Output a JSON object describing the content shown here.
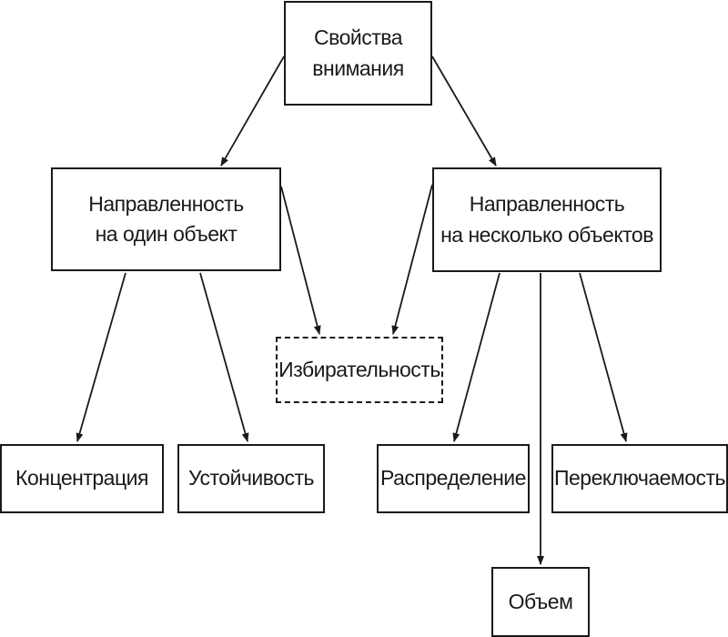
{
  "nodes": {
    "root": {
      "lines": [
        "Свойства",
        "внимания"
      ]
    },
    "single": {
      "lines": [
        "Направленность",
        "на один объект"
      ]
    },
    "multi": {
      "lines": [
        "Направленность",
        "на несколько объектов"
      ]
    },
    "selectivity": {
      "label": "Избирательность"
    },
    "concentration": {
      "label": "Концентрация"
    },
    "stability": {
      "label": "Устойчивость"
    },
    "distribution": {
      "label": "Распределение"
    },
    "switching": {
      "label": "Переключаемость"
    },
    "volume": {
      "label": "Объем"
    }
  },
  "colors": {
    "line": "#1a1a1a",
    "background": "#ffffff"
  }
}
